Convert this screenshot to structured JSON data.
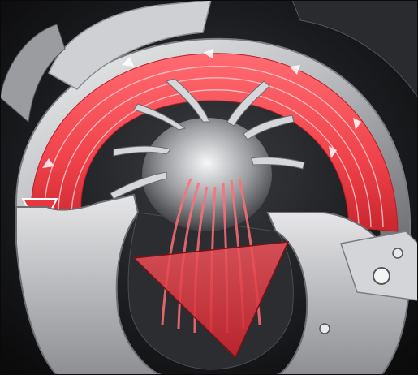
{
  "image": {
    "subject": "turbocharger-compressor-cutaway",
    "colors": {
      "background": "#111214",
      "casing_light": "#d9dadc",
      "casing_mid": "#a9abae",
      "casing_dark": "#3a3c40",
      "airflow_red": "#f0484f",
      "airflow_light": "#ff8a8f",
      "impeller_metal": "#c9cacd"
    },
    "icons": [
      "curved-flow-arrow",
      "inflow-triangle-arrow",
      "outlet-arrow"
    ]
  }
}
